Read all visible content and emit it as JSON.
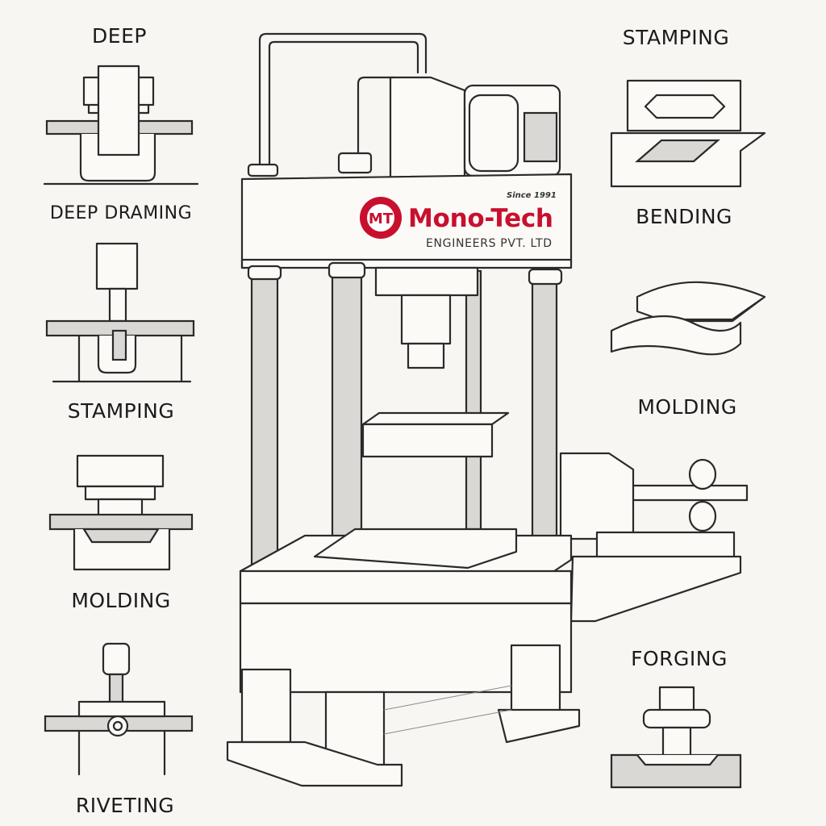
{
  "left_labels": [
    "DEEP",
    "DEEP DRAMING",
    "STAMPING",
    "MOLDING",
    "RIVETING"
  ],
  "right_labels": [
    "STAMPING",
    "BENDING",
    "MOLDING",
    "FORGING"
  ],
  "logo": {
    "monogram": "MT",
    "brand": "Mono-Tech",
    "subtitle": "ENGINEERS PVT. LTD",
    "since": "Since 1991",
    "color": "#c8102e"
  }
}
